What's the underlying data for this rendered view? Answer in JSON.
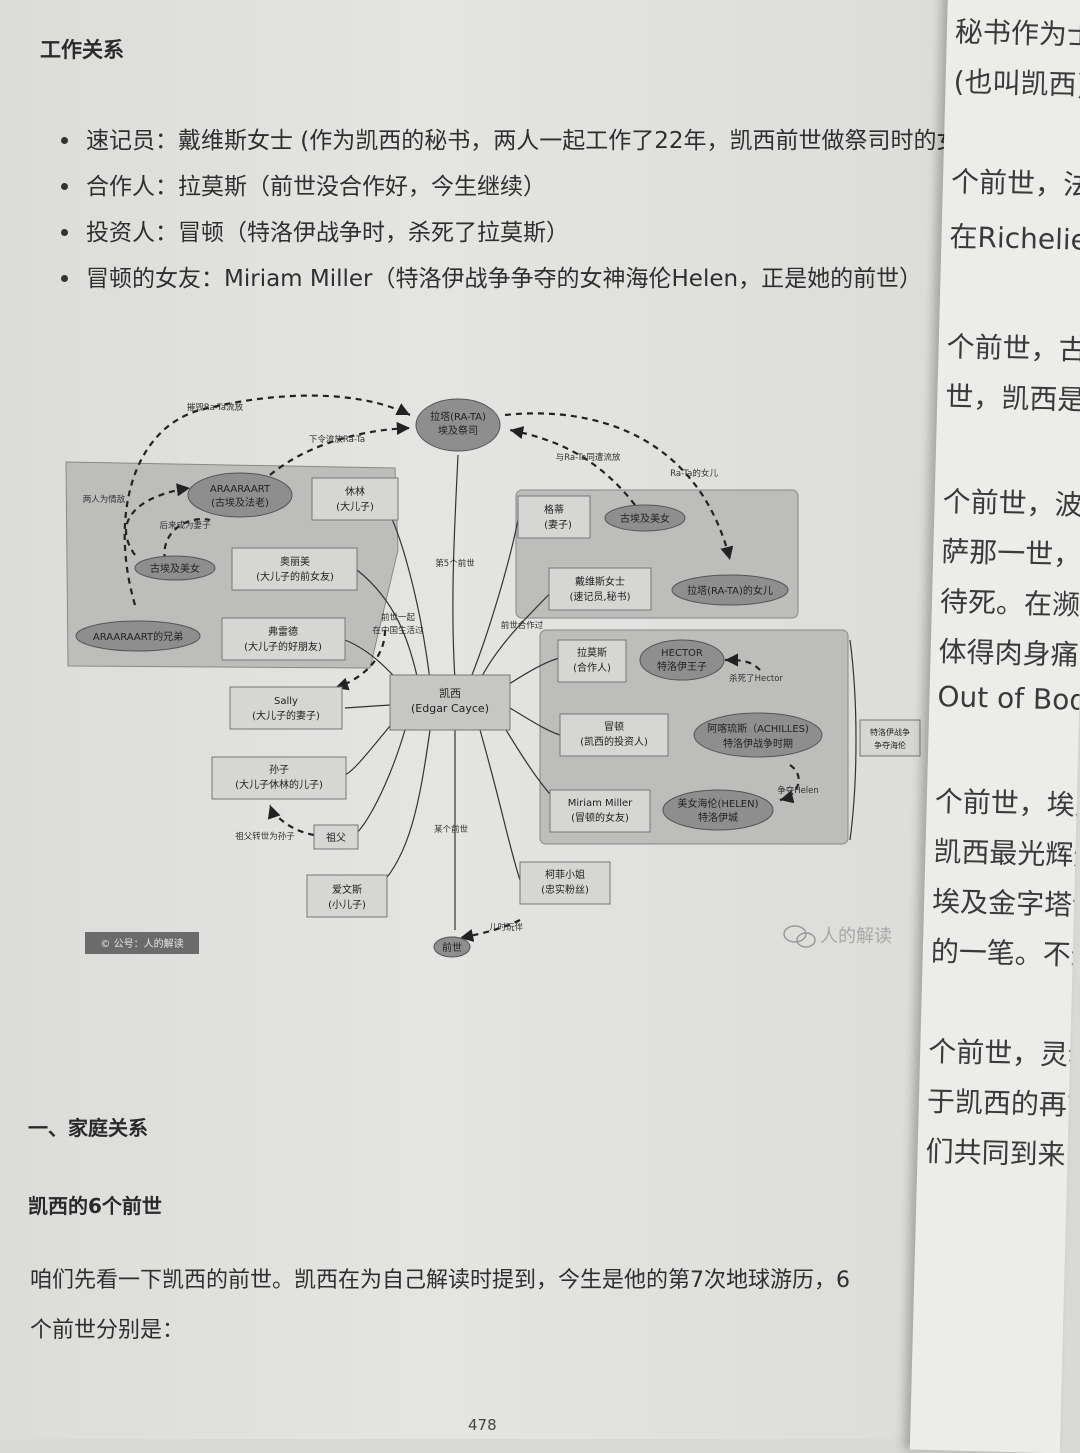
{
  "header": {
    "section": "工作关系"
  },
  "bullets": [
    "速记员：戴维斯女士 (作为凯西的秘书，两人一起工作了22年，凯西前世做祭司时的女儿",
    "合作人：拉莫斯（前世没合作好，今生继续）",
    "投资人：冒顿（特洛伊战争时，杀死了拉莫斯）",
    "冒顿的女友：Miriam Miller（特洛伊战争争夺的女神海伦Helen，正是她的前世）"
  ],
  "diagram": {
    "nodes": {
      "rata": [
        "拉塔(RA-TA)",
        "埃及祭司"
      ],
      "araaraart": [
        "ARAARAART",
        "(古埃及法老)"
      ],
      "xiulin": [
        "休林",
        "(大儿子)"
      ],
      "egypt_beauty": [
        "古埃及美女"
      ],
      "ameili": [
        "奥丽美",
        "(大儿子的前女友)"
      ],
      "brother": [
        "ARAARAART的兄弟"
      ],
      "xuelei": [
        "弗雷德",
        "(大儿子的好朋友)"
      ],
      "wife": [
        "格蒂",
        "(妻子)"
      ],
      "egypt_beauty2": [
        "古埃及美女"
      ],
      "davis": [
        "戴维斯女士",
        "(速记员,秘书)"
      ],
      "rata_daughter": [
        "拉塔(RA-TA)的女儿"
      ],
      "cayce": [
        "凯西",
        "(Edgar Cayce)"
      ],
      "sally": [
        "Sally",
        "(大儿子的妻子)"
      ],
      "grandson": [
        "孙子",
        "(大儿子休林的儿子)"
      ],
      "grandfather": [
        "祖父"
      ],
      "aiwensi": [
        "爱文斯",
        "(小儿子)"
      ],
      "previous": [
        "前世"
      ],
      "lamosi": [
        "拉莫斯",
        "(合作人)"
      ],
      "hector": [
        "HECTOR",
        "特洛伊王子"
      ],
      "maodun": [
        "冒顿",
        "(凯西的投资人)"
      ],
      "achilles": [
        "阿喀琉斯（ACHILLES)",
        "特洛伊战争时期"
      ],
      "miriam": [
        "Miriam Miller",
        "(冒顿的女友)"
      ],
      "helen": [
        "美女海伦(HELEN)",
        "特洛伊城"
      ],
      "trojan_note": [
        "特洛伊战争",
        "争夺海伦"
      ],
      "miss_ke": [
        "柯菲小姐",
        "(忠实粉丝)"
      ]
    },
    "edge_labels": {
      "e1": "摧毁Ra-Ta流放",
      "e2": "下令流放Ra-Ta",
      "e3": "与Ra-Ta同遭流放",
      "e4": "Ra-Ta的女儿",
      "e5": "两人为情敌",
      "e6": "后来成为妻子",
      "e7": "第5个前世",
      "e8": "前世一起",
      "e9": "在中国生活过",
      "e10": "前世合作过",
      "e11": "杀死了Hector",
      "e12": "争夺Helen",
      "e13": "祖父转世为孙子",
      "e14": "某个前世",
      "e15": "儿时玩伴"
    },
    "watermark_left": "© 公号：人的解读",
    "watermark_right": "人的解读"
  },
  "family": {
    "section": "一、家庭关系",
    "subheading": "凯西的6个前世",
    "para_line1": "咱们先看一下凯西的前世。凯西在为自己解读时提到，今生是他的第7次地球游历，6",
    "para_line2": "个前世分别是："
  },
  "page_number": "478",
  "next_page_lines": [
    "秘书作为士兵",
    "(也叫凯西)。",
    "个前世，法国，",
    "在Richelieu (",
    "个前世，古希腊",
    "世，凯西是亚",
    "个前世，波斯",
    "萨那一世，凯",
    "待死。在濒死",
    "体得肉身痛苦",
    "Out of Bod",
    "个前世，埃及",
    "凯西最光辉灿",
    "埃及金字塔设",
    "的一笔。不过，",
    "个前世，灵魂",
    "于凯西的再前一",
    "们共同到来，"
  ]
}
